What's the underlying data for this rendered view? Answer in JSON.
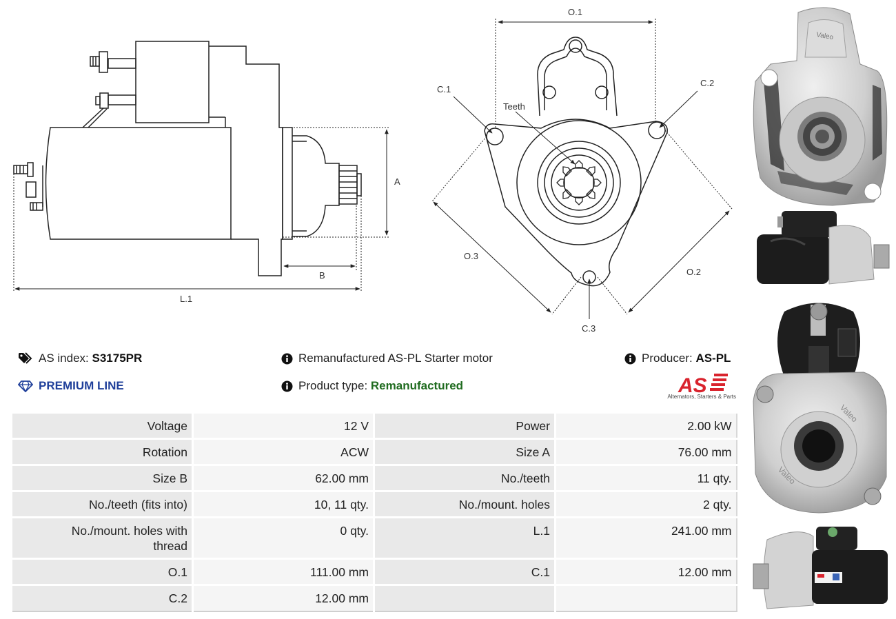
{
  "diagram": {
    "labels": {
      "o1": "O.1",
      "o2": "O.2",
      "o3": "O.3",
      "c1": "C.1",
      "c2": "C.2",
      "c3": "C.3",
      "teeth": "Teeth",
      "a": "A",
      "b": "B",
      "l1": "L.1"
    }
  },
  "info": {
    "as_index_label": "AS index:",
    "as_index_value": "S3175PR",
    "premium_line": "PREMIUM LINE",
    "description": "Remanufactured AS-PL Starter motor",
    "product_type_label": "Product type:",
    "product_type_value": "Remanufactured",
    "producer_label": "Producer:",
    "producer_value": "AS-PL",
    "logo_text": "AS",
    "logo_tagline": "Alternators, Starters & Parts"
  },
  "photo_text": {
    "valeo": "Valeo"
  },
  "specs": [
    [
      "Voltage",
      "12 V",
      "Power",
      "2.00 kW"
    ],
    [
      "Rotation",
      "ACW",
      "Size A",
      "76.00 mm"
    ],
    [
      "Size B",
      "62.00 mm",
      "No./teeth",
      "11 qty."
    ],
    [
      "No./teeth (fits into)",
      "10, 11 qty.",
      "No./mount. holes",
      "2 qty."
    ],
    [
      "No./mount. holes with thread",
      "0 qty.",
      "L.1",
      "241.00 mm"
    ],
    [
      "O.1",
      "111.00 mm",
      "C.1",
      "12.00 mm"
    ],
    [
      "C.2",
      "12.00 mm",
      "",
      ""
    ]
  ],
  "colors": {
    "premium_blue": "#1f3f9a",
    "remanufactured_green": "#1f6b1f",
    "logo_red": "#d9232d"
  }
}
